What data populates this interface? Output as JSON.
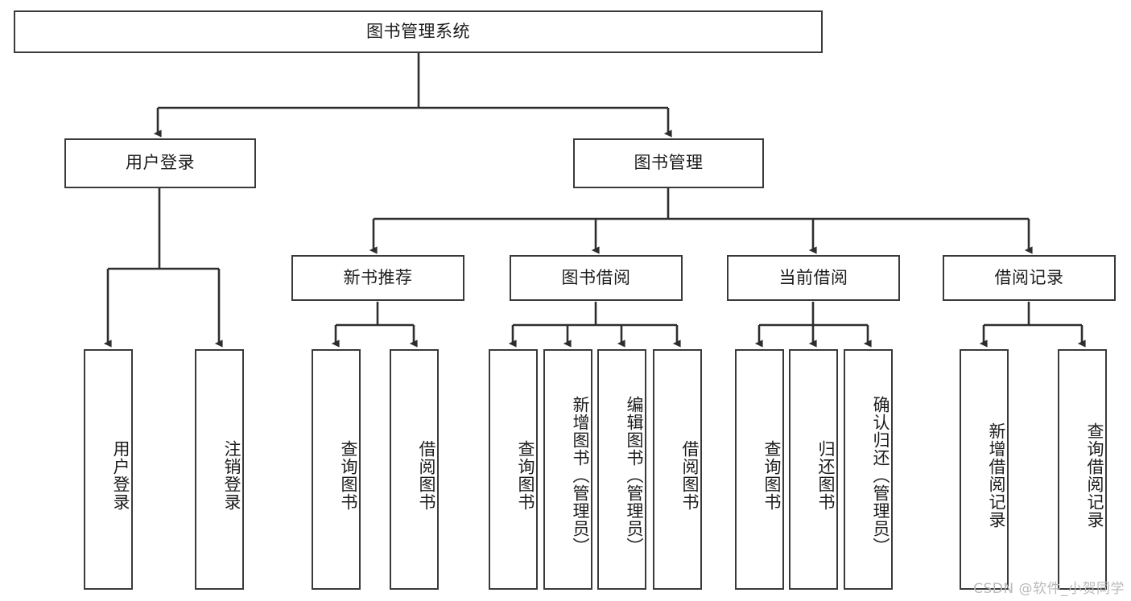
{
  "diagram": {
    "title": "图书管理系统",
    "type": "tree-hierarchy-diagram",
    "colors": {
      "box_border": "#3a3a3a",
      "box_fill": "#ffffff",
      "edge": "#2e2e2e",
      "text": "#1c1c1c",
      "watermark": "#b9b9b9",
      "background": "#ffffff"
    },
    "root": {
      "label": "图书管理系统",
      "orientation": "horizontal"
    },
    "level2": [
      {
        "label": "用户登录",
        "orientation": "horizontal"
      },
      {
        "label": "图书管理",
        "orientation": "horizontal"
      }
    ],
    "level3": [
      {
        "label": "新书推荐",
        "orientation": "horizontal"
      },
      {
        "label": "图书借阅",
        "orientation": "horizontal"
      },
      {
        "label": "当前借阅",
        "orientation": "horizontal"
      },
      {
        "label": "借阅记录",
        "orientation": "horizontal"
      }
    ],
    "leaves": {
      "user_login": [
        {
          "label": "用户登录",
          "orientation": "vertical"
        },
        {
          "label": "注销登录",
          "orientation": "vertical"
        }
      ],
      "new_book_recommend": [
        {
          "label": "查询图书",
          "orientation": "vertical"
        },
        {
          "label": "借阅图书",
          "orientation": "vertical"
        }
      ],
      "book_borrow": [
        {
          "label": "查询图书",
          "orientation": "vertical"
        },
        {
          "label": "新增图书（管理员）",
          "orientation": "vertical"
        },
        {
          "label": "编辑图书（管理员）",
          "orientation": "vertical"
        },
        {
          "label": "借阅图书",
          "orientation": "vertical"
        }
      ],
      "current_borrow": [
        {
          "label": "查询图书",
          "orientation": "vertical"
        },
        {
          "label": "归还图书",
          "orientation": "vertical"
        },
        {
          "label": "确认归还（管理员）",
          "orientation": "vertical"
        }
      ],
      "borrow_record": [
        {
          "label": "新增借阅记录",
          "orientation": "vertical"
        },
        {
          "label": "查询借阅记录",
          "orientation": "vertical"
        }
      ]
    },
    "watermark": "CSDN @软件_小贺同学"
  }
}
